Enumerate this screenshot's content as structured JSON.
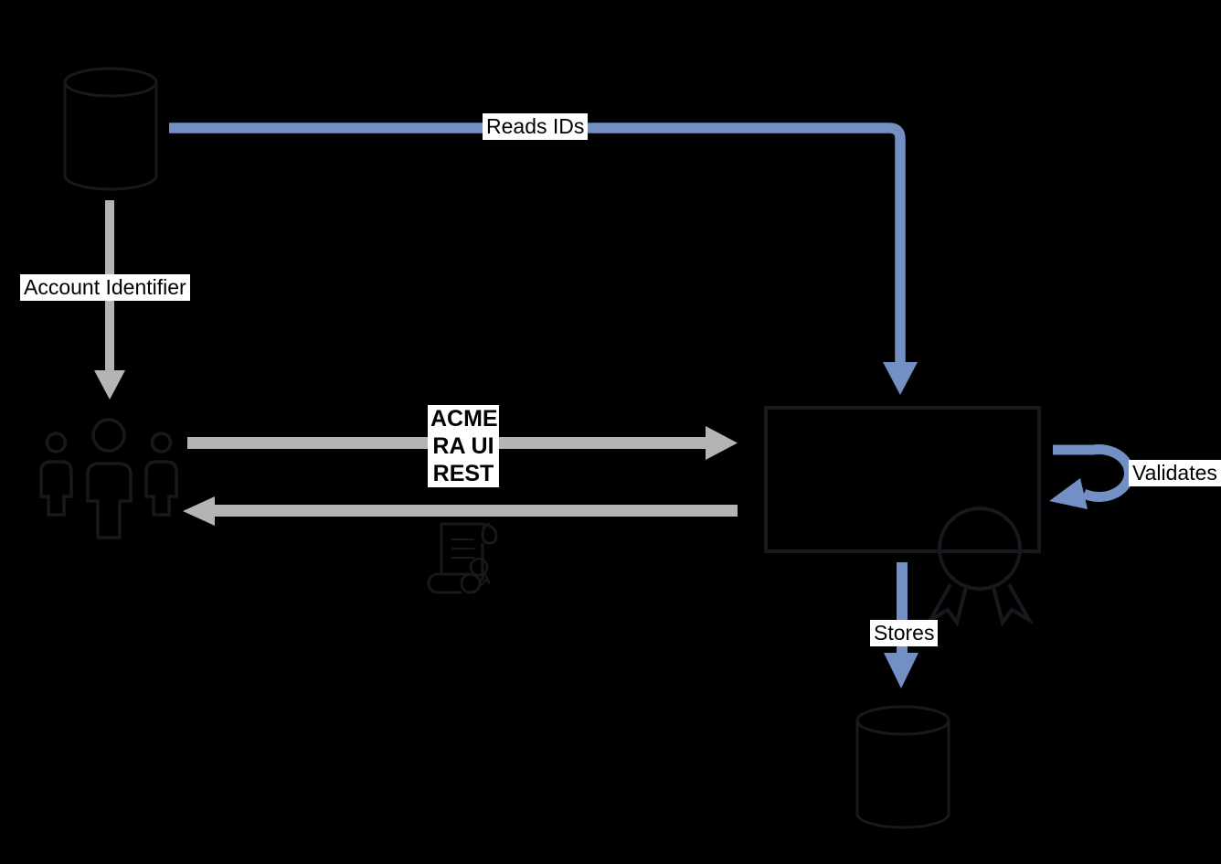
{
  "colors": {
    "flow_blue": "#7290C3",
    "flow_gray": "#B4B4B4",
    "shape_stroke": "#17191E",
    "label_bg": "#FFFFFF",
    "label_text": "#000000",
    "canvas_bg": "#000000"
  },
  "labels": {
    "reads_ids": "Reads IDs",
    "account_identifier": "Account Identifier",
    "acme_lines": [
      "ACME",
      "RA UI",
      "REST"
    ],
    "validates": "Validates",
    "stores": "Stores"
  },
  "nodes": {
    "source_database": "database-cylinder-icon",
    "users": "user-group-icon",
    "ra_box": "rectangle-node",
    "certificate_scroll": "certificate-scroll-icon",
    "award_seal": "award-seal-icon",
    "storage_database": "database-cylinder-icon"
  },
  "flows": [
    {
      "from": "source-database",
      "to": "ra-box",
      "label_key": "reads_ids",
      "color": "blue"
    },
    {
      "from": "source-database",
      "to": "users",
      "label_key": "account_identifier",
      "color": "gray"
    },
    {
      "from": "users",
      "to": "ra-box",
      "label_key": "acme_lines",
      "color": "gray"
    },
    {
      "from": "ra-box",
      "to": "users",
      "label_key": "",
      "color": "gray"
    },
    {
      "from": "ra-box",
      "to": "ra-box",
      "label_key": "validates",
      "color": "blue"
    },
    {
      "from": "ra-box",
      "to": "storage-database",
      "label_key": "stores",
      "color": "blue"
    }
  ]
}
